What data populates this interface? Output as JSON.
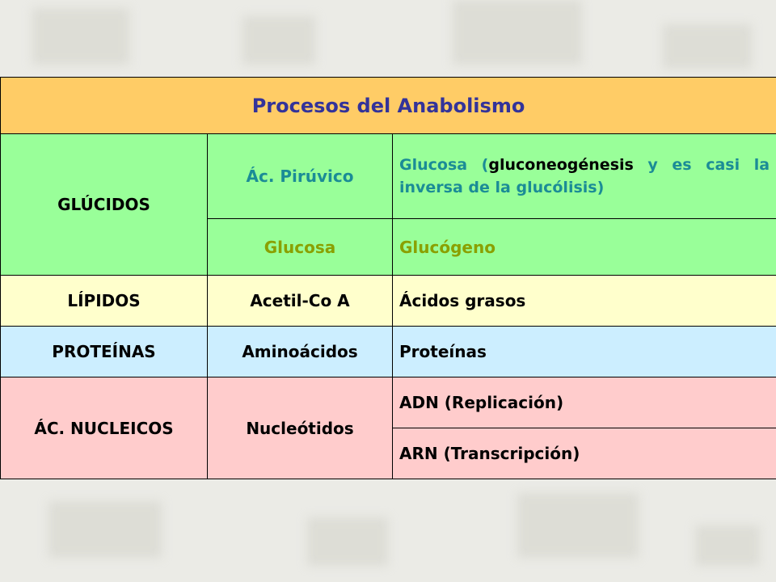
{
  "title": "Procesos del Anabolismo",
  "glucidos": {
    "label": "GLÚCIDOS",
    "row1_precursor": "Ác. Pirúvico",
    "row1_product_a": "Glucosa (",
    "row1_product_b": "gluconeogénesis",
    "row1_product_c": " y es casi la inversa de la glucólisis)",
    "row2_precursor": "Glucosa",
    "row2_product": "Glucógeno"
  },
  "lipidos": {
    "label": "LÍPIDOS",
    "precursor": "Acetil-Co A",
    "product": "Ácidos grasos"
  },
  "proteinas": {
    "label": "PROTEÍNAS",
    "precursor": "Aminoácidos",
    "product": "Proteínas"
  },
  "nucleicos": {
    "label": "ÁC. NUCLEICOS",
    "precursor": "Nucleótidos",
    "product1": "ADN (Replicación)",
    "product2": "ARN (Transcripción)"
  },
  "colors": {
    "title_bg": "#ffcc66",
    "title_text": "#33339a",
    "glucidos_bg": "#99ff99",
    "lipidos_bg": "#ffffcc",
    "proteinas_bg": "#cceeff",
    "nucleicos_bg": "#ffcccc"
  }
}
